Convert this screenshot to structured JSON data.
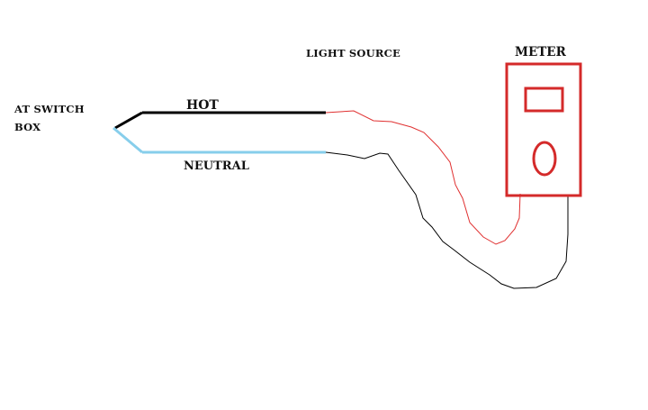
{
  "labels": {
    "switch_box_line1": "AT SWITCH",
    "switch_box_line2": "BOX",
    "hot": "HOT",
    "neutral": "NEUTRAL",
    "light_source": "LIGHT SOURCE",
    "meter": "METER"
  },
  "colors": {
    "hot_wire": "#000000",
    "neutral_wire": "#87ceeb",
    "meter_red": "#d42a2a",
    "probe_red": "#e03030",
    "probe_black": "#000000"
  },
  "icons": {
    "meter_display": "rectangle",
    "meter_dial": "ellipse"
  }
}
